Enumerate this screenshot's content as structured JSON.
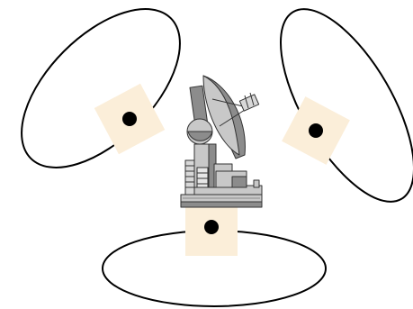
{
  "diagram": {
    "background_color": "#ffffff",
    "orbit_stroke_color": "#000000",
    "patch_fill_color": "#fbeed9",
    "node_color": "#000000",
    "station": {
      "icon": "satellite-dish-icon",
      "body_color": "#c8c8c8",
      "shadow_color": "#8c8c8c",
      "outline_color": "#333333"
    },
    "orbits": [
      {
        "name": "orbit-left"
      },
      {
        "name": "orbit-right"
      },
      {
        "name": "orbit-bottom"
      }
    ]
  }
}
